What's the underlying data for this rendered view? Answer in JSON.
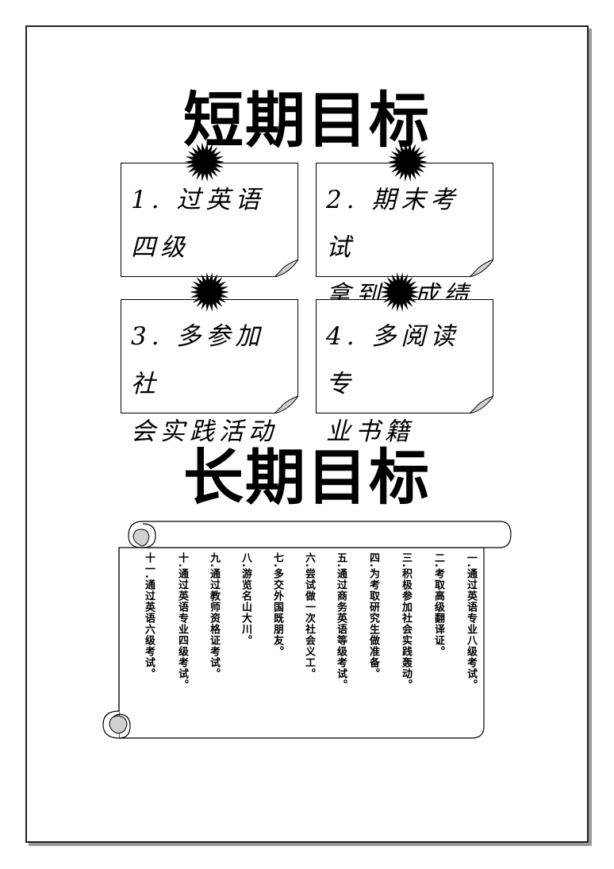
{
  "short_term": {
    "title": "短期目标",
    "goals": [
      {
        "line1": "1. 过英语",
        "line2": "四级"
      },
      {
        "line1": "2. 期末考试",
        "line2": "拿到好成绩"
      },
      {
        "line1": "3. 多参加社",
        "line2": "会实践活动"
      },
      {
        "line1": "4. 多阅读专",
        "line2": "业书籍"
      }
    ]
  },
  "long_term": {
    "title": "长期目标",
    "goals": [
      "一.通过英语专业八级考试。",
      "二.考取高级翻译证。",
      "三.积极参加社会实践轰动。",
      "四.为考取研究生做准备。",
      "五.通过商务英语等级考试。",
      "六.尝试做一次社会义工。",
      "七.多交外国既朋友。",
      "八.游览名山大川。",
      "九.通过教师资格证考试。",
      "十.通过英语专业四级考试。",
      "十一.通过英语六级考试。"
    ]
  },
  "colors": {
    "pin": "#000000",
    "border": "#000000",
    "curl": "#d0d0d0"
  }
}
